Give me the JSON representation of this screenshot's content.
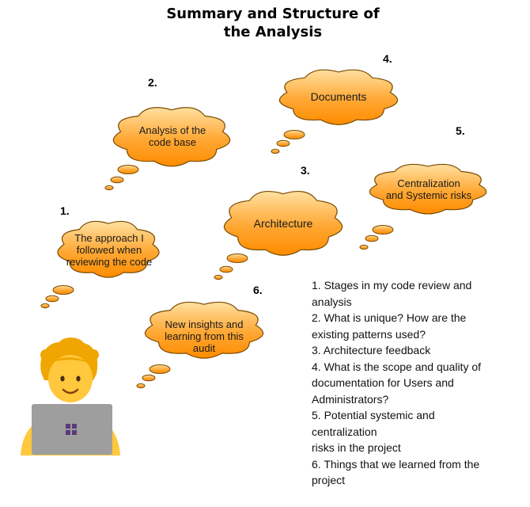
{
  "title_line1": "Summary and Structure of",
  "title_line2": "the Analysis",
  "clouds": [
    {
      "number": "1.",
      "lines": [
        "The approach I",
        "followed when",
        "reviewing the code"
      ]
    },
    {
      "number": "2.",
      "lines": [
        "Analysis of the",
        "code base"
      ]
    },
    {
      "number": "3.",
      "lines": [
        "Architecture"
      ]
    },
    {
      "number": "4.",
      "lines": [
        "Documents"
      ]
    },
    {
      "number": "5.",
      "lines": [
        "Centralization",
        "and Systemic risks"
      ]
    },
    {
      "number": "6.",
      "lines": [
        "New insights and",
        "learning from this",
        "audit"
      ]
    }
  ],
  "notes": [
    "1. Stages in my code review and",
    "analysis",
    "2. What is unique? How are the",
    "existing patterns used?",
    "3. Architecture feedback",
    "4. What is the scope and quality of",
    "documentation for Users and",
    "Administrators?",
    "5. Potential systemic and",
    "centralization",
    "risks in the project",
    "6. Things that we learned from the",
    "project"
  ],
  "colors": {
    "cloud_light": "#ffe0a0",
    "cloud_dark": "#ff8c00",
    "cloud_stroke": "#7a4a00",
    "laptop": "#9e9e9e",
    "hair": "#f0a500",
    "skin": "#ffc83d"
  },
  "icons": [
    "person-at-laptop-icon",
    "windows-logo-icon"
  ]
}
